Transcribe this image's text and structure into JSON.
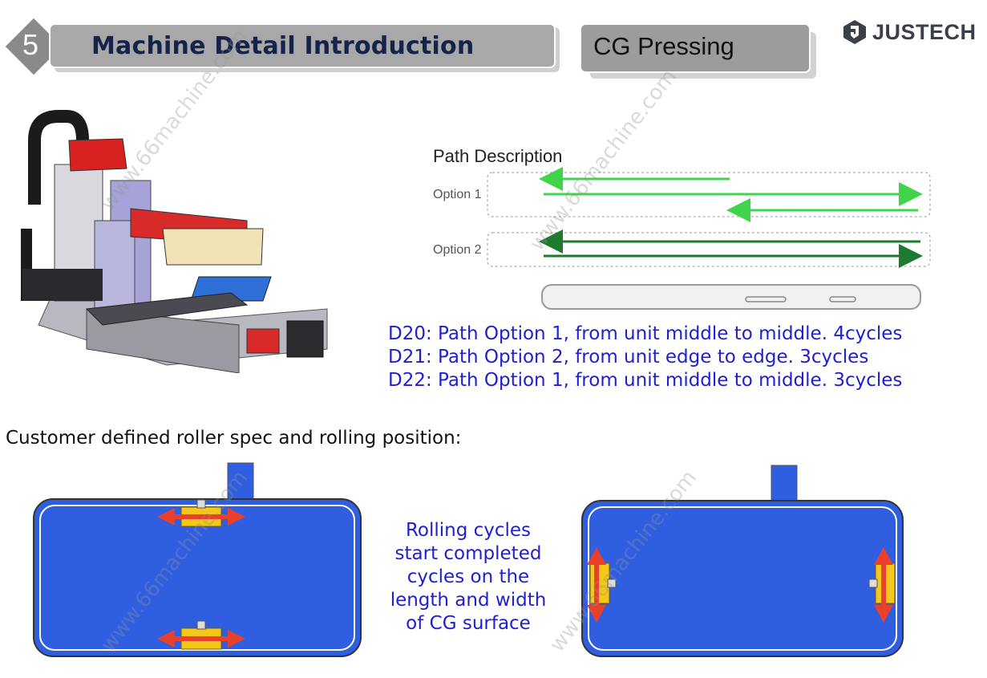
{
  "header": {
    "section_number": "5",
    "title": "Machine Detail Introduction",
    "subtitle": "CG Pressing",
    "brand": "JUSTECH"
  },
  "path_description": {
    "title": "Path Description",
    "option1_label": "Option 1",
    "option2_label": "Option 2"
  },
  "descriptions": {
    "d20": "D20:  Path Option 1, from unit middle to middle. 4cycles",
    "d21": "D21:  Path Option 2, from unit edge to edge. 3cycles",
    "d22": "D22:  Path Option 1, from unit middle to middle. 3cycles"
  },
  "customer_text": "Customer defined roller spec and rolling position:",
  "rolling": {
    "line1": "Rolling cycles",
    "line2": "start completed",
    "line3": "cycles on the",
    "line4": "length and width",
    "line5": "of CG surface"
  },
  "watermark": "www.66machine.com",
  "colors": {
    "title_navy": "#14234b",
    "desc_blue": "#1f1fd1",
    "panel_blue": "#2f5fe0",
    "arrow_red": "#e8402a",
    "roller_yellow": "#f3c81a",
    "path_light_green": "#3fd44a",
    "path_dark_green": "#1e7a2e"
  }
}
